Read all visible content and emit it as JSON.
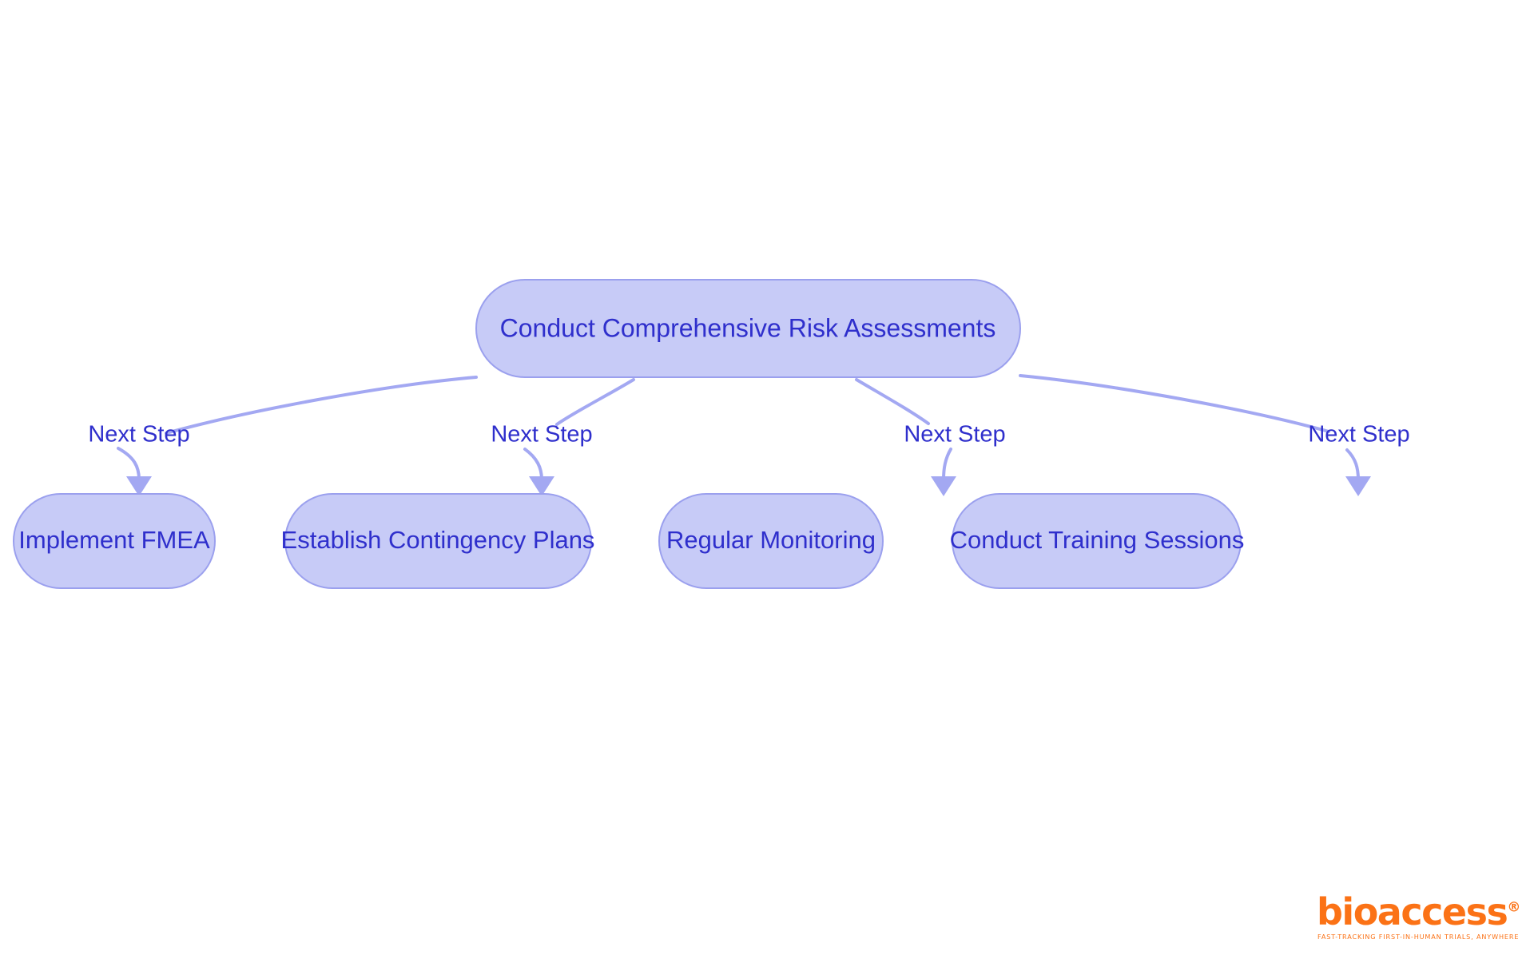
{
  "diagram": {
    "type": "flowchart",
    "orientation": "top-down",
    "background_color": "#ffffff",
    "node_fill_color": "#c7cbf7",
    "node_border_color": "#9ba0ee",
    "node_text_color": "#2f2fcc",
    "edge_color": "#a3a8f2",
    "root": {
      "id": "root",
      "label": "Conduct Comprehensive Risk Assessments"
    },
    "nodes": [
      {
        "id": "n1",
        "label": "Implement FMEA"
      },
      {
        "id": "n2",
        "label": "Establish Contingency Plans"
      },
      {
        "id": "n3",
        "label": "Regular Monitoring"
      },
      {
        "id": "n4",
        "label": "Conduct Training Sessions"
      }
    ],
    "edges": [
      {
        "from": "root",
        "to": "n1",
        "label": "Next Step"
      },
      {
        "from": "root",
        "to": "n2",
        "label": "Next Step"
      },
      {
        "from": "root",
        "to": "n3",
        "label": "Next Step"
      },
      {
        "from": "root",
        "to": "n4",
        "label": "Next Step"
      }
    ]
  },
  "logo": {
    "brand": "bioaccess",
    "registered_mark": "®",
    "tagline": "FAST-TRACKING FIRST-IN-HUMAN TRIALS, ANYWHERE",
    "color": "#fb7216"
  }
}
